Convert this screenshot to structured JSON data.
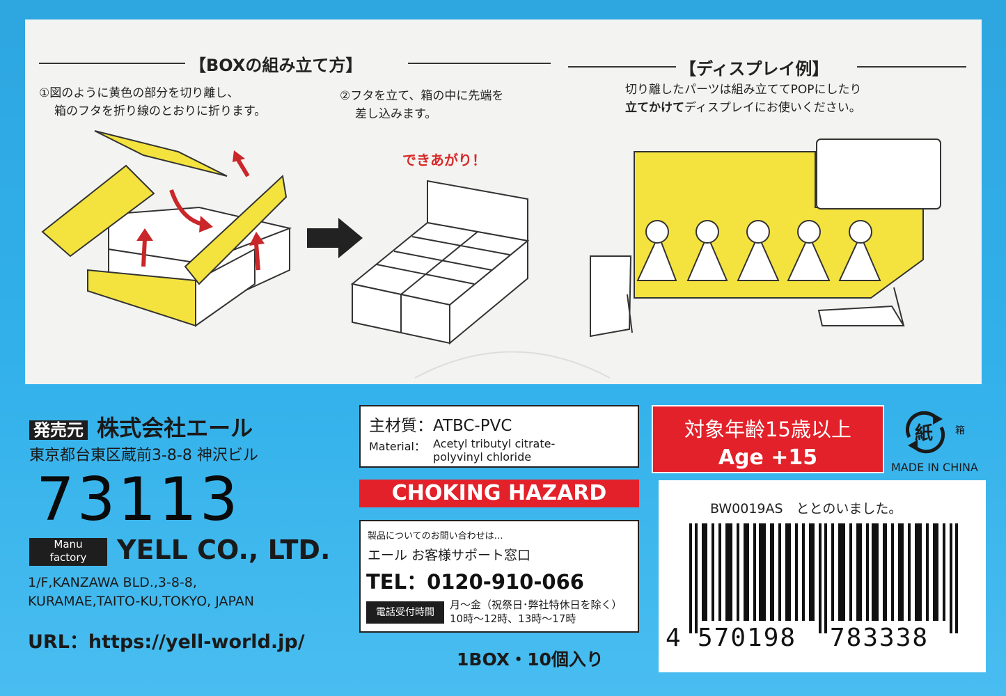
{
  "assembly": {
    "title": "【BOXの組み立て方】",
    "step1_line1": "①図のように黄色の部分を切り離し、",
    "step1_line2": "箱のフタを折り線のとおりに折ります。",
    "step2_line1": "②フタを立て、箱の中に先端を",
    "step2_line2": "差し込みます。",
    "done": "できあがり！"
  },
  "display": {
    "title": "【ディスプレイ例】",
    "line1": "切り離したパーツは組み立ててPOPにしたり",
    "line2_bold": "立てかけて",
    "line2_rest": "ディスプレイにお使いください。"
  },
  "seller": {
    "tag": "発売元",
    "name": "株式会社エール",
    "address": "東京都台東区蔵前3-8-8 神沢ビル"
  },
  "handwritten_number": "73113",
  "manufacturer": {
    "tag_line1": "Manu",
    "tag_line2": "factory",
    "name": "YELL CO., LTD.",
    "address_line1": "1/F,KANZAWA BLD.,3-8-8,",
    "address_line2": "KURAMAE,TAITO-KU,TOKYO, JAPAN"
  },
  "url": "URL：https://yell-world.jp/",
  "material": {
    "label_jp": "主材質：ATBC-PVC",
    "label_en": "Material：",
    "en_line1": "Acetyl tributyl citrate-",
    "en_line2": "polyvinyl chloride"
  },
  "choking": "CHOKING HAZARD",
  "contact": {
    "intro": "製品についてのお問い合わせは…",
    "dept": "エール お客様サポート窓口",
    "tel": "TEL：0120-910-066",
    "hours_tag": "電話受付時間",
    "hours_line1": "月～金（祝祭日･弊社特休日を除く）",
    "hours_line2": "10時～12時、13時～17時"
  },
  "count": "1BOX・10個入り",
  "age": {
    "jp": "対象年齢15歳以上",
    "en": "Age +15"
  },
  "recycle": {
    "mark": "紙",
    "side": "箱"
  },
  "made_in": "MADE IN CHINA",
  "barcode": {
    "product": "BW0019AS　ととのいました。",
    "first": "4",
    "group1": "570198",
    "group2": "783338"
  },
  "colors": {
    "background": "#31b0ea",
    "panel": "#f3f3f1",
    "yellow": "#f4e33e",
    "red": "#e3212a"
  }
}
